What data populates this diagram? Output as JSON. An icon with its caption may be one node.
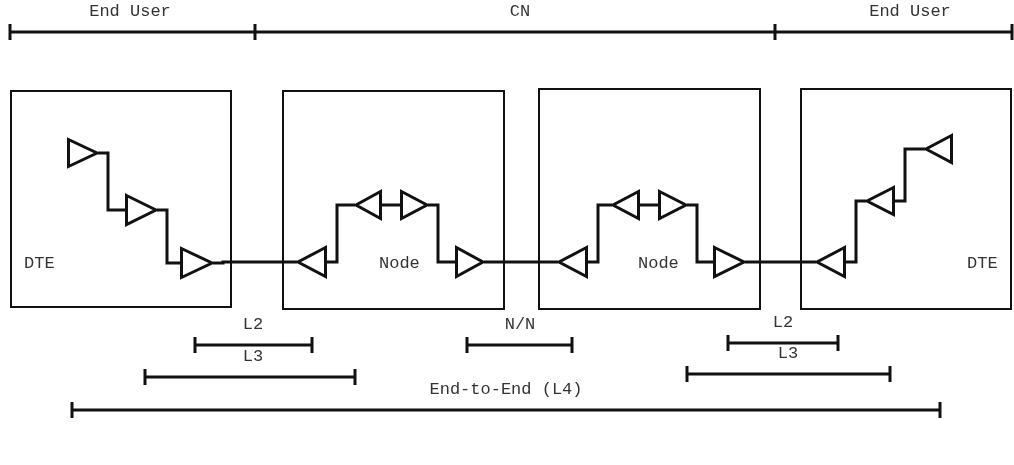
{
  "diagram": {
    "nodes": [
      {
        "text": [
          "DTE"
        ]
      },
      {
        "text": [],
        "shape": "triangle",
        "in": 0
      },
      {
        "text": [],
        "shape": "triangle",
        "in": 0
      },
      {
        "text": [],
        "shape": "triangle",
        "in": 0
      },
      {
        "text": [
          "Node"
        ]
      },
      {
        "text": [],
        "shape": "triangle",
        "in": 4
      },
      {
        "text": [],
        "shape": "triangle",
        "in": 4
      },
      {
        "text": [],
        "shape": "triangle",
        "in": 4
      },
      {
        "text": [],
        "shape": "triangle",
        "in": 4
      },
      {
        "text": [
          "Node"
        ]
      },
      {
        "text": [],
        "shape": "triangle",
        "in": 9
      },
      {
        "text": [],
        "shape": "triangle",
        "in": 9
      },
      {
        "text": [],
        "shape": "triangle",
        "in": 9
      },
      {
        "text": [],
        "shape": "triangle",
        "in": 9
      },
      {
        "text": [
          "DTE"
        ]
      },
      {
        "text": [],
        "shape": "triangle",
        "in": 14
      },
      {
        "text": [],
        "shape": "triangle",
        "in": 14
      },
      {
        "text": [],
        "shape": "triangle",
        "in": 14
      }
    ],
    "edges": [
      {
        "from": 1,
        "to": 2,
        "arrow": "none"
      },
      {
        "from": 2,
        "to": 3,
        "arrow": "none"
      },
      {
        "from": 3,
        "to": 5,
        "arrow": "none"
      },
      {
        "from": 5,
        "to": 6,
        "arrow": "none"
      },
      {
        "from": 6,
        "to": 7,
        "arrow": "none"
      },
      {
        "from": 7,
        "to": 8,
        "arrow": "none"
      },
      {
        "from": 8,
        "to": 10,
        "arrow": "none"
      },
      {
        "from": 10,
        "to": 11,
        "arrow": "none"
      },
      {
        "from": 11,
        "to": 12,
        "arrow": "none"
      },
      {
        "from": 12,
        "to": 13,
        "arrow": "none"
      },
      {
        "from": 13,
        "to": 15,
        "arrow": "none"
      },
      {
        "from": 15,
        "to": 16,
        "arrow": "none"
      },
      {
        "from": 16,
        "to": 17,
        "arrow": "none"
      }
    ],
    "labels": [
      "End User",
      "CN",
      "End User",
      "L2",
      "N/N",
      "L2",
      "L3",
      "L3",
      "End-to-End (L4)"
    ]
  }
}
